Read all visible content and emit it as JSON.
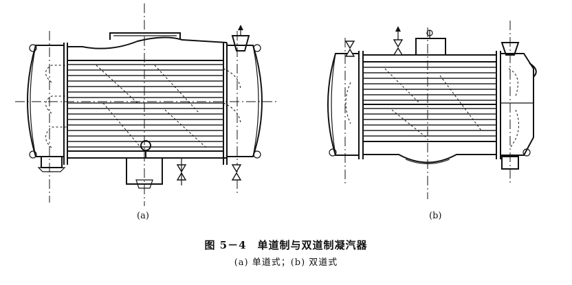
{
  "figure": {
    "label_a": "(a)",
    "label_b": "(b)",
    "caption_title": "图 5－4　单道制与双道制凝汽器",
    "caption_sub": "(a) 单道式；(b) 双道式"
  }
}
